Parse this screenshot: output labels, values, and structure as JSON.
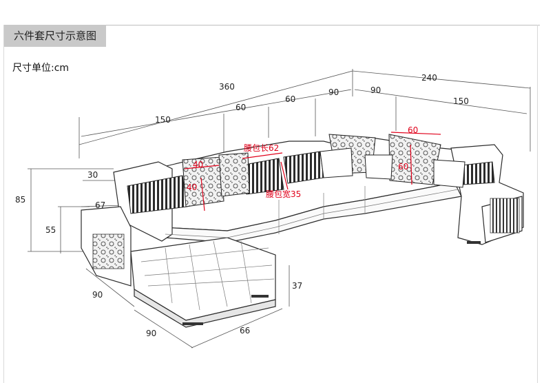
{
  "header": {
    "title": "六件套尺寸示意图"
  },
  "unit": "尺寸单位:cm",
  "dimensions": {
    "total_width": "360",
    "total_width_right": "240",
    "seg_150_left": "150",
    "seg_60_a": "60",
    "seg_60_b": "60",
    "seg_90_a": "90",
    "seg_90_b": "90",
    "seg_150_right": "150",
    "height_85": "85",
    "arm_30": "30",
    "arm_67": "67",
    "seat_55": "55",
    "chaise_90": "90",
    "chaise_depth_90": "90",
    "chaise_66": "66",
    "leg_37": "37",
    "pillow_40_w": "40",
    "pillow_40_h": "40",
    "pillow_60_w": "60",
    "pillow_60_h": "60",
    "lumbar_length": "腰包长62",
    "lumbar_width": "腰包宽35"
  },
  "colors": {
    "accent_red": "#e0001a",
    "line": "#333333"
  }
}
